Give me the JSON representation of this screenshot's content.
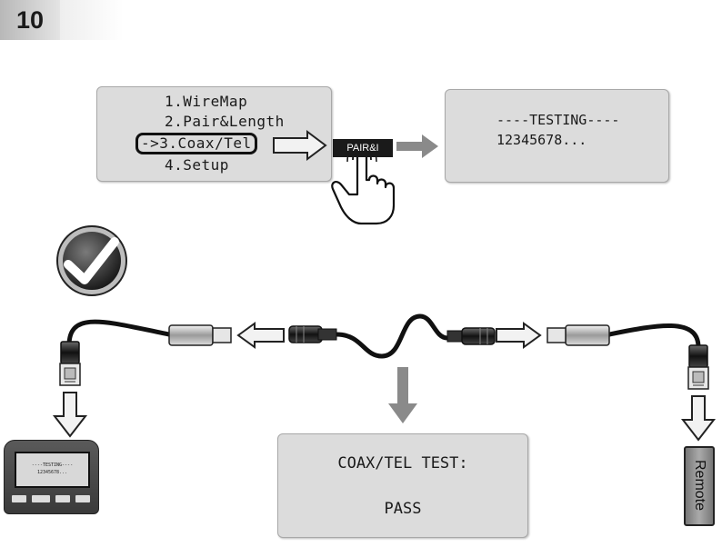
{
  "page_number": "10",
  "menu_screen": {
    "items": [
      "1.WireMap",
      "2.Pair&Length",
      "->3.Coax/Tel",
      "4.Setup"
    ]
  },
  "key_badge": "PAIR&I",
  "testing_screen": {
    "line1": "----TESTING----",
    "line2": "12345678..."
  },
  "tester_mini_screen": {
    "line1": "----TESTING----",
    "line2": "12345678..."
  },
  "result_screen": {
    "line1": "COAX/TEL TEST:",
    "line2": "PASS"
  },
  "remote_label": "Remote",
  "colors": {
    "lcd": "#dcdcdc",
    "arrow_fill": "#f2f2f2",
    "arrow_solid": "#8a8a8a",
    "cable": "#111111"
  }
}
